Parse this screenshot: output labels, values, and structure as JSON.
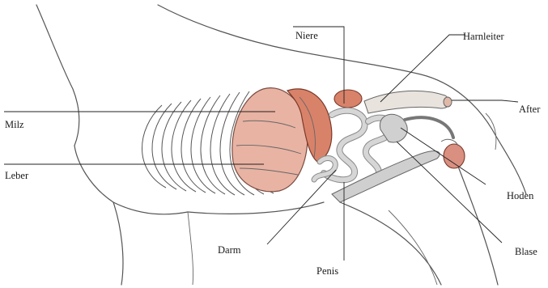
{
  "labels": {
    "niere": "Niere",
    "harnleiter": "Harnleiter",
    "milz": "Milz",
    "after": "After",
    "leber": "Leber",
    "hoden": "Hoden",
    "darm": "Darm",
    "blase": "Blase",
    "penis": "Penis"
  },
  "colors": {
    "organ_red": "#d9826a",
    "organ_dark": "#c5654f",
    "liver_pink": "#e8b3a3",
    "gut_grey": "#c8c8c8",
    "testis": "#d99080"
  }
}
